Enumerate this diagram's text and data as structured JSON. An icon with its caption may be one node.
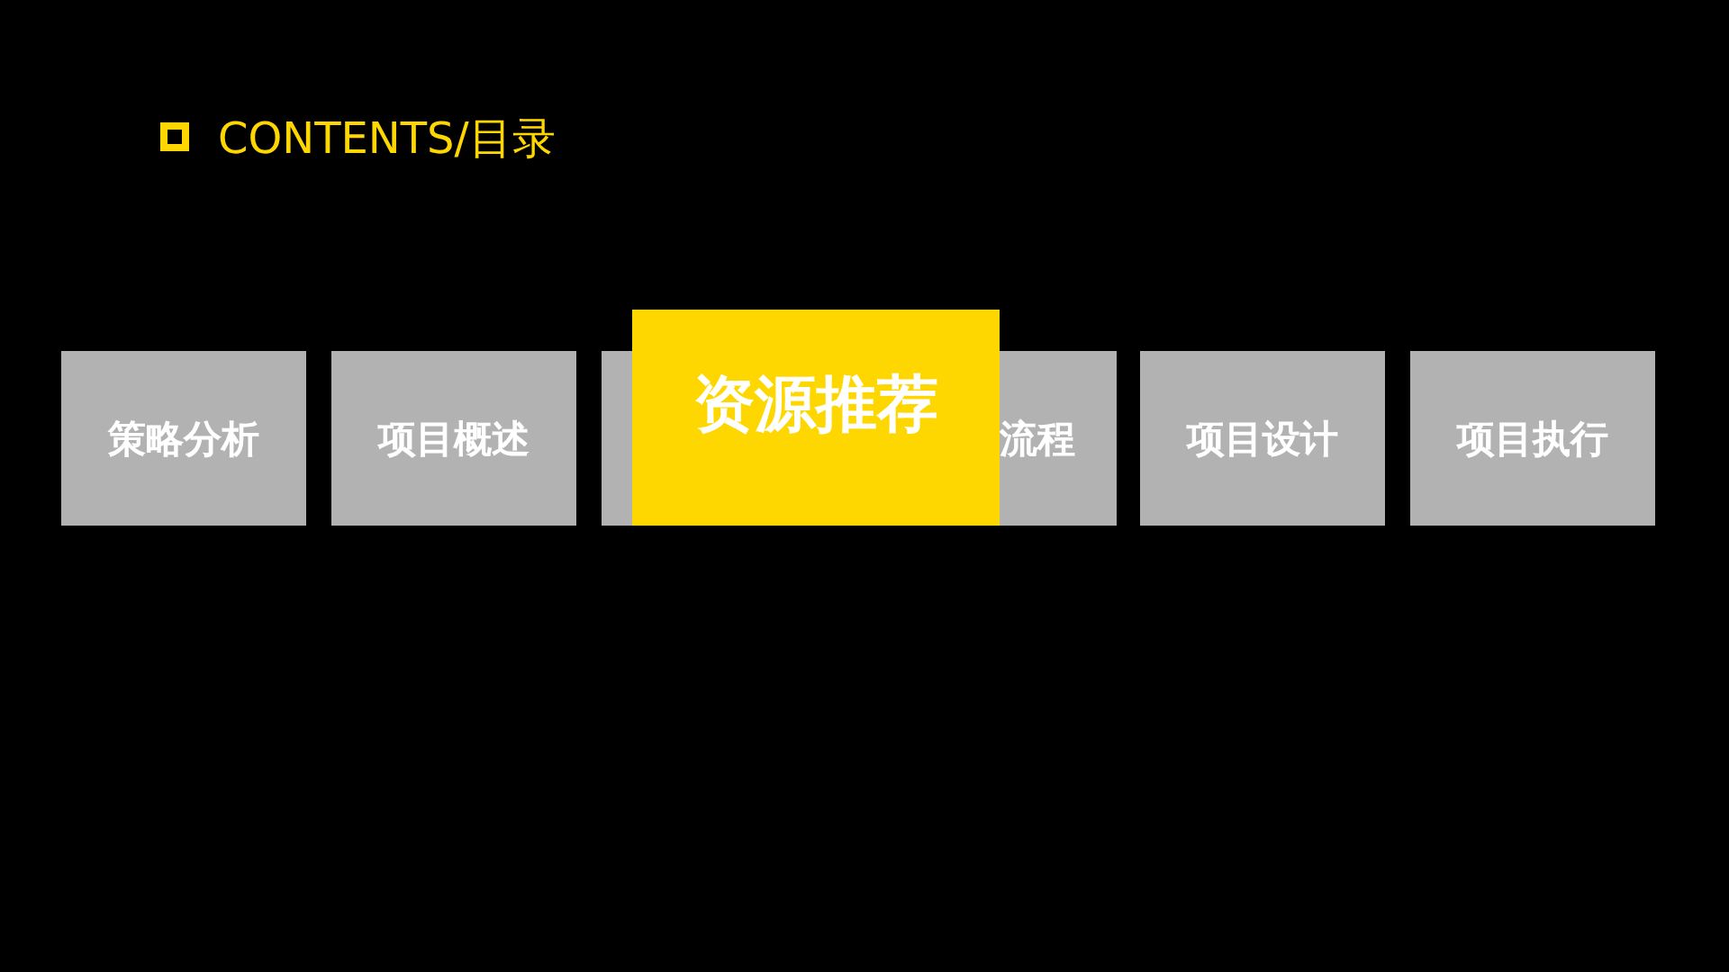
{
  "diagram": {
    "title": "CONTENTS/目录",
    "nodes": [
      {
        "text": [
          "策略分析"
        ]
      },
      {
        "text": [
          "项目概述"
        ]
      },
      {
        "text": [],
        "shape": "box"
      },
      {
        "text": [
          "资源推荐"
        ]
      },
      {
        "text": [
          "流程"
        ]
      },
      {
        "text": [
          "项目设计"
        ]
      },
      {
        "text": [
          "项目执行"
        ]
      }
    ]
  }
}
